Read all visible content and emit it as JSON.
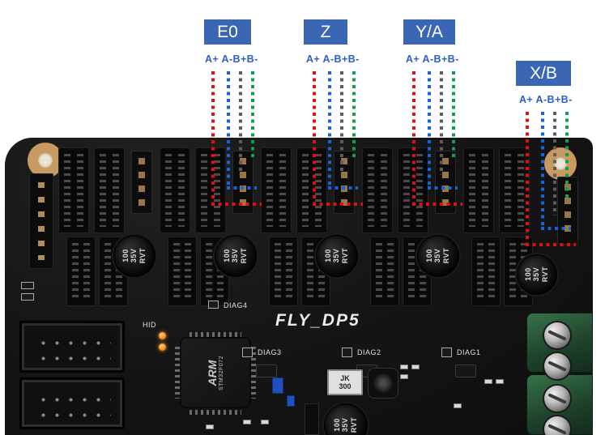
{
  "annotations": {
    "groups": [
      {
        "label": "E0",
        "pins": "A+ A-B+B-"
      },
      {
        "label": "Z",
        "pins": "A+ A-B+B-"
      },
      {
        "label": "Y/A",
        "pins": "A+ A-B+B-"
      },
      {
        "label": "X/B",
        "pins": "A+ A-B+B-"
      }
    ],
    "colors": {
      "label_bg": "#3a66b4",
      "label_text": "#ffffff",
      "pin_legend_text": "#2e5fc6",
      "wire_a_plus": "#e01010",
      "wire_a_minus": "#1565d8",
      "wire_b_plus": "#5c5c5c",
      "wire_b_minus": "#0ea04e"
    }
  },
  "board": {
    "title": "FLY_DP5",
    "hid_label": "HID",
    "diag4": "DIAG4",
    "diag3": "DIAG3",
    "diag2": "DIAG2",
    "diag1": "DIAG1",
    "capacitor_marking": "100\n35V\nRVT",
    "chip_brand": "ARM",
    "chip_part": "STM32F072",
    "crystal_marking": "JK\n300",
    "board_color": "#141414"
  }
}
